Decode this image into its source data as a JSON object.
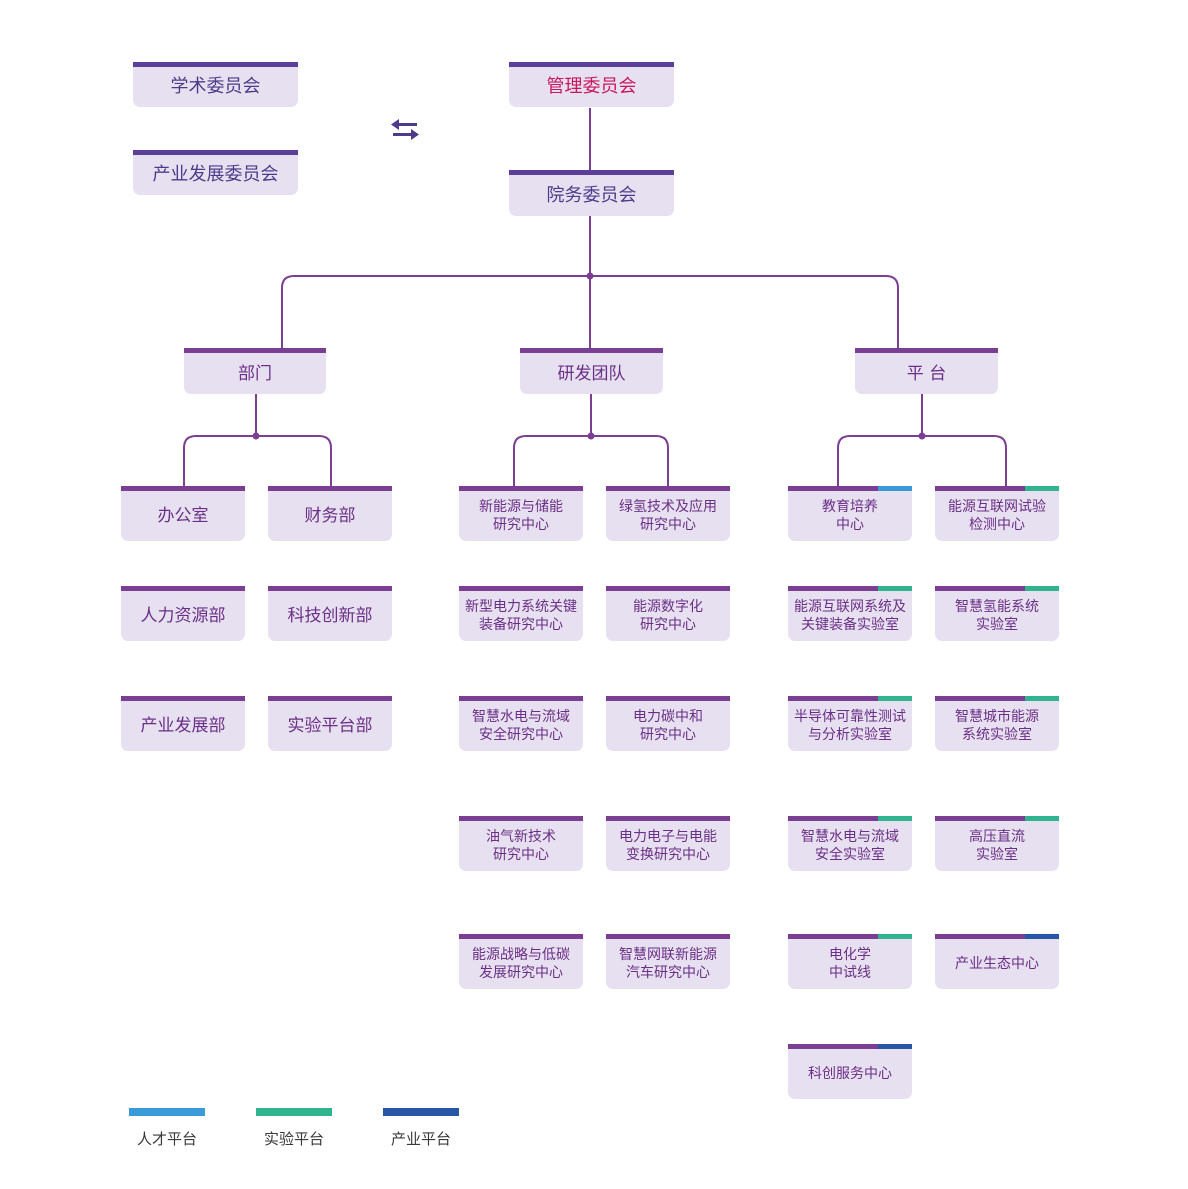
{
  "top": {
    "academic": "学术委员会",
    "industry_committee": "产业发展委员会",
    "management": "管理委员会",
    "executive": "院务委员会"
  },
  "level2": {
    "departments": "部门",
    "rd_teams": "研发团队",
    "platforms": "平 台"
  },
  "departments": [
    "办公室",
    "财务部",
    "人力资源部",
    "科技创新部",
    "产业发展部",
    "实验平台部"
  ],
  "rd_teams": [
    "新能源与储能\n研究中心",
    "绿氢技术及应用\n研究中心",
    "新型电力系统关键\n装备研究中心",
    "能源数字化\n研究中心",
    "智慧水电与流域\n安全研究中心",
    "电力碳中和\n研究中心",
    "油气新技术\n研究中心",
    "电力电子与电能\n变换研究中心",
    "能源战略与低碳\n发展研究中心",
    "智慧网联新能源\n汽车研究中心"
  ],
  "platforms": [
    {
      "label": "教育培养\n中心",
      "type": "talent"
    },
    {
      "label": "能源互联网试验\n检测中心",
      "type": "lab"
    },
    {
      "label": "能源互联网系统及\n关键装备实验室",
      "type": "lab"
    },
    {
      "label": "智慧氢能系统\n实验室",
      "type": "lab"
    },
    {
      "label": "半导体可靠性测试\n与分析实验室",
      "type": "lab"
    },
    {
      "label": "智慧城市能源\n系统实验室",
      "type": "lab"
    },
    {
      "label": "智慧水电与流域\n安全实验室",
      "type": "lab"
    },
    {
      "label": "高压直流\n实验室",
      "type": "lab"
    },
    {
      "label": "电化学\n中试线",
      "type": "lab"
    },
    {
      "label": "产业生态中心",
      "type": "industry"
    },
    {
      "label": "科创服务中心",
      "type": "industry"
    }
  ],
  "legend": [
    {
      "label": "人才平台",
      "color": "#3a9ad9"
    },
    {
      "label": "实验平台",
      "color": "#2fb48e"
    },
    {
      "label": "产业平台",
      "color": "#2856a6"
    }
  ],
  "colors": {
    "box_fill": "#e7e0f0",
    "box_top": "#7a3f93",
    "top_box_top": "#5a3e97",
    "line": "#7a3f93",
    "highlight_text": "#c8175d",
    "swap_icon": "#4d3b8a"
  }
}
